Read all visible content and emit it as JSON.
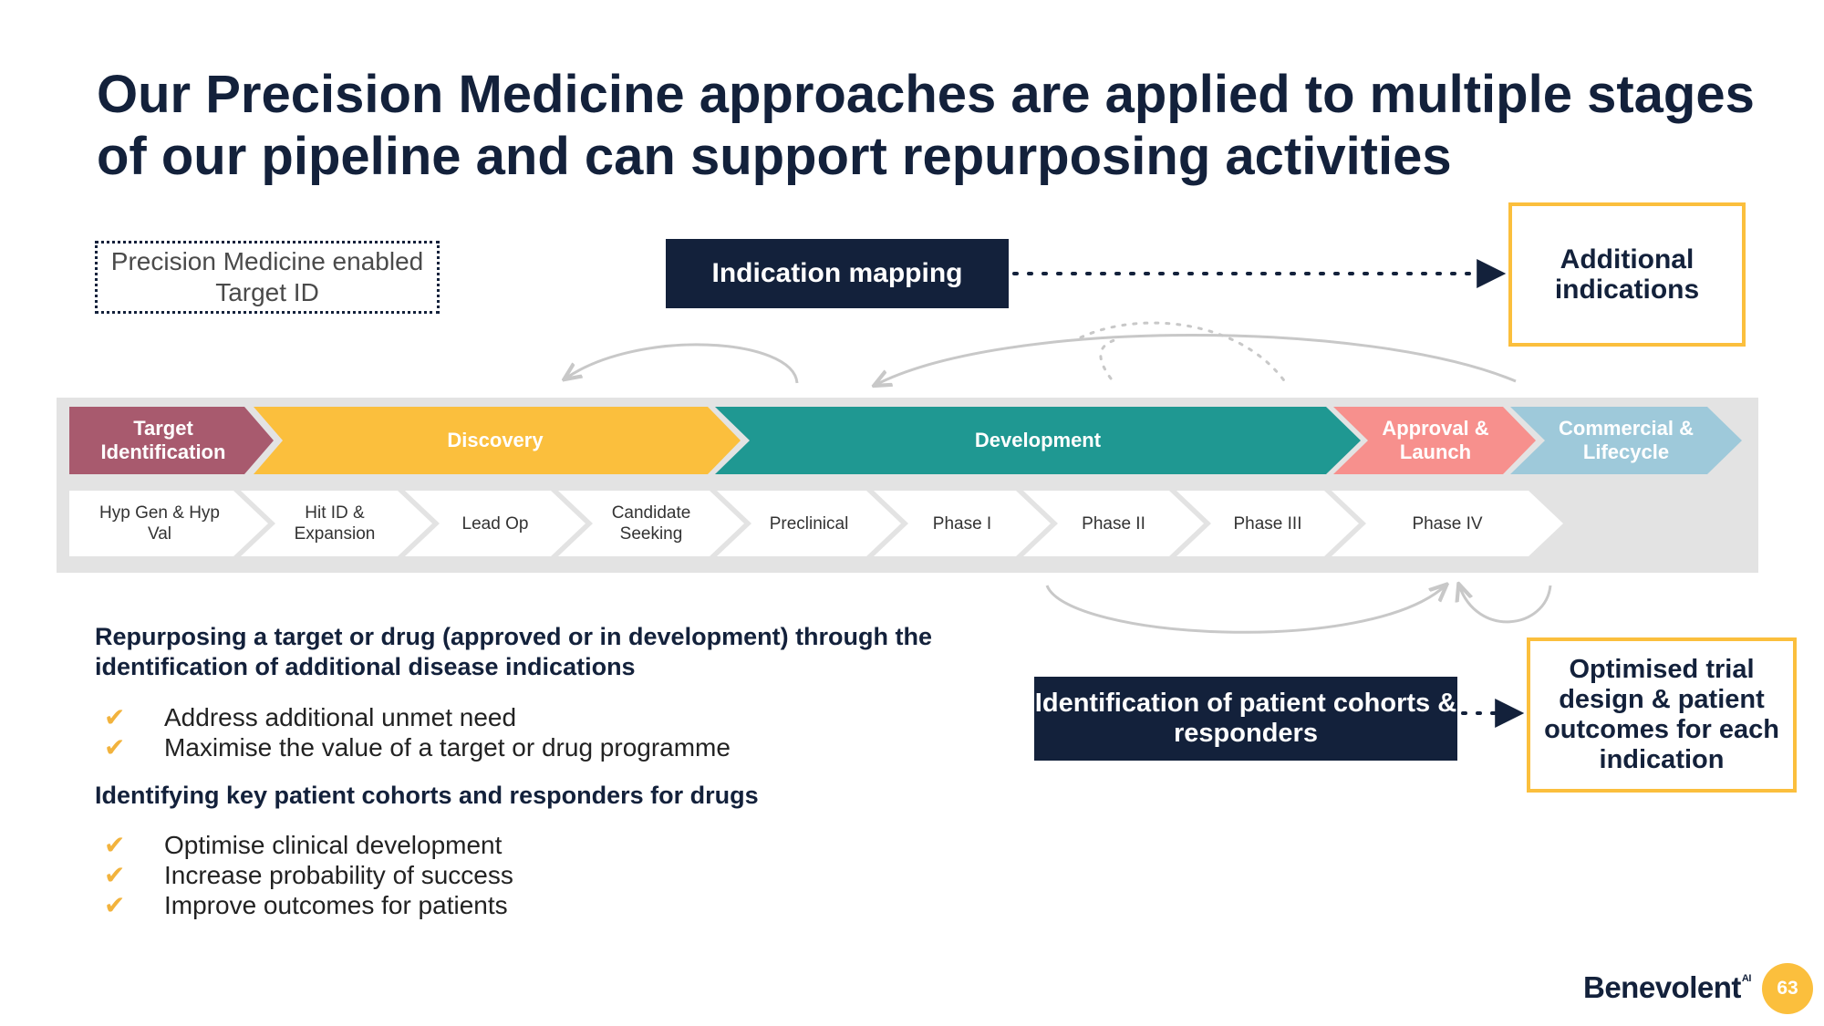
{
  "title": "Our Precision Medicine approaches are applied to multiple stages of our pipeline and can support repurposing activities",
  "pm_box": "Precision Medicine enabled Target ID",
  "indication_mapping": "Indication mapping",
  "additional_indications": "Additional indications",
  "patient_id_box": "Identification of patient cohorts & responders",
  "optimised_trial": "Optimised trial design & patient outcomes for each indication",
  "stages": [
    {
      "label": "Target Identification",
      "color": "#a85a6e"
    },
    {
      "label": "Discovery",
      "color": "#fbbf3d"
    },
    {
      "label": "Development",
      "color": "#1f9892"
    },
    {
      "label": "Approval & Launch",
      "color": "#f7908d"
    },
    {
      "label": "Commercial & Lifecycle",
      "color": "#9ec9da"
    }
  ],
  "substages": [
    "Hyp Gen & Hyp Val",
    "Hit ID & Expansion",
    "Lead Op",
    "Candidate Seeking",
    "Preclinical",
    "Phase I",
    "Phase II",
    "Phase III",
    "Phase IV"
  ],
  "section1": {
    "heading": "Repurposing a target or drug (approved or in development) through the identification of additional disease indications",
    "items": [
      "Address additional unmet need",
      "Maximise the value of a target or drug programme"
    ]
  },
  "section2": {
    "heading": "Identifying key patient cohorts and responders for drugs",
    "items": [
      "Optimise clinical development",
      "Increase probability of success",
      "Improve outcomes for patients"
    ]
  },
  "check_glyph": "✔",
  "logo_text": "Benevolent",
  "logo_sup": "AI",
  "page_number": "63"
}
